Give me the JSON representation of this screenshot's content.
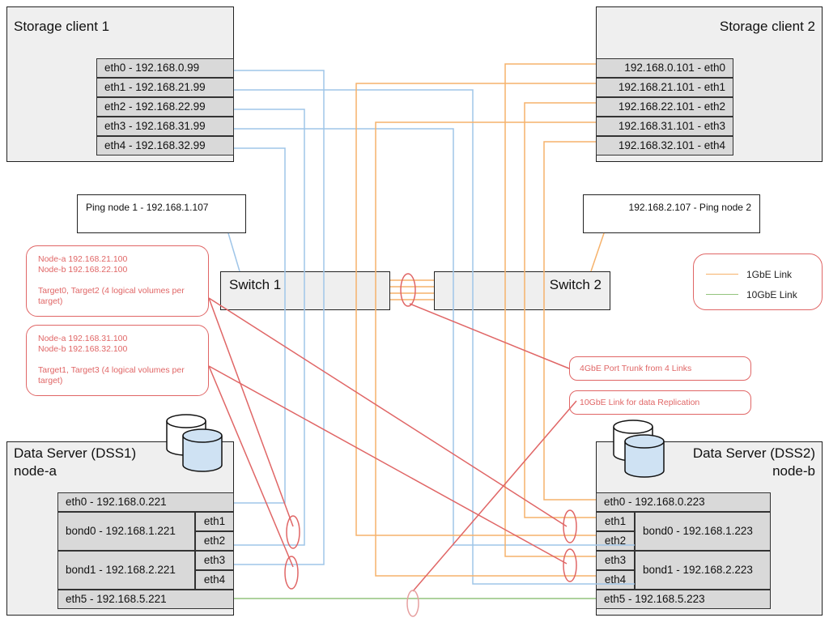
{
  "colors": {
    "link_1gbe": "#f6b26b",
    "link_10gbe": "#9fc5e8",
    "replication": "#93c47d",
    "annotation": "#e06666",
    "box_fill": "#efefef",
    "port_fill": "#d9d9d9"
  },
  "icons": {
    "storage": "database-cylinder-icon"
  },
  "client1": {
    "title": "Storage client 1",
    "ports": [
      "eth0 - 192.168.0.99",
      "eth1 - 192.168.21.99",
      "eth2 - 192.168.22.99",
      "eth3 - 192.168.31.99",
      "eth4 - 192.168.32.99"
    ]
  },
  "client2": {
    "title": "Storage client 2",
    "ports": [
      "192.168.0.101 - eth0",
      "192.168.21.101 - eth1",
      "192.168.22.101 - eth2",
      "192.168.31.101 - eth3",
      "192.168.32.101 - eth4"
    ]
  },
  "ping1": {
    "label": "Ping node 1 - 192.168.1.107"
  },
  "ping2": {
    "label": "192.168.2.107 - Ping node 2"
  },
  "switch1": {
    "label": "Switch 1"
  },
  "switch2": {
    "label": "Switch 2"
  },
  "legend": {
    "gbe1": "1GbE Link",
    "gbe10": "10GbE Link"
  },
  "notes": {
    "targets02": {
      "line1": "Node-a 192.168.21.100",
      "line2": "Node-b 192.168.22.100",
      "line3": "Target0, Target2 (4 logical volumes per target)"
    },
    "targets13": {
      "line1": "Node-a 192.168.31.100",
      "line2": "Node-b 192.168.32.100",
      "line3": "Target1, Target3 (4 logical volumes per target)"
    },
    "trunk": "4GbE Port Trunk from 4 Links",
    "replication": "10GbE Link for data Replication"
  },
  "dss1": {
    "title_line1": "Data Server (DSS1)",
    "title_line2": "node-a",
    "eth0": "eth0 - 192.168.0.221",
    "bond0": "bond0 - 192.168.1.221",
    "bond1": "bond1 - 192.168.2.221",
    "eth1": "eth1",
    "eth2": "eth2",
    "eth3": "eth3",
    "eth4": "eth4",
    "eth5": "eth5 - 192.168.5.221"
  },
  "dss2": {
    "title_line1": "Data Server (DSS2)",
    "title_line2": "node-b",
    "eth0": "eth0 - 192.168.0.223",
    "bond0": "bond0 - 192.168.1.223",
    "bond1": "bond1 - 192.168.2.223",
    "eth1": "eth1",
    "eth2": "eth2",
    "eth3": "eth3",
    "eth4": "eth4",
    "eth5": "eth5 - 192.168.5.223"
  }
}
